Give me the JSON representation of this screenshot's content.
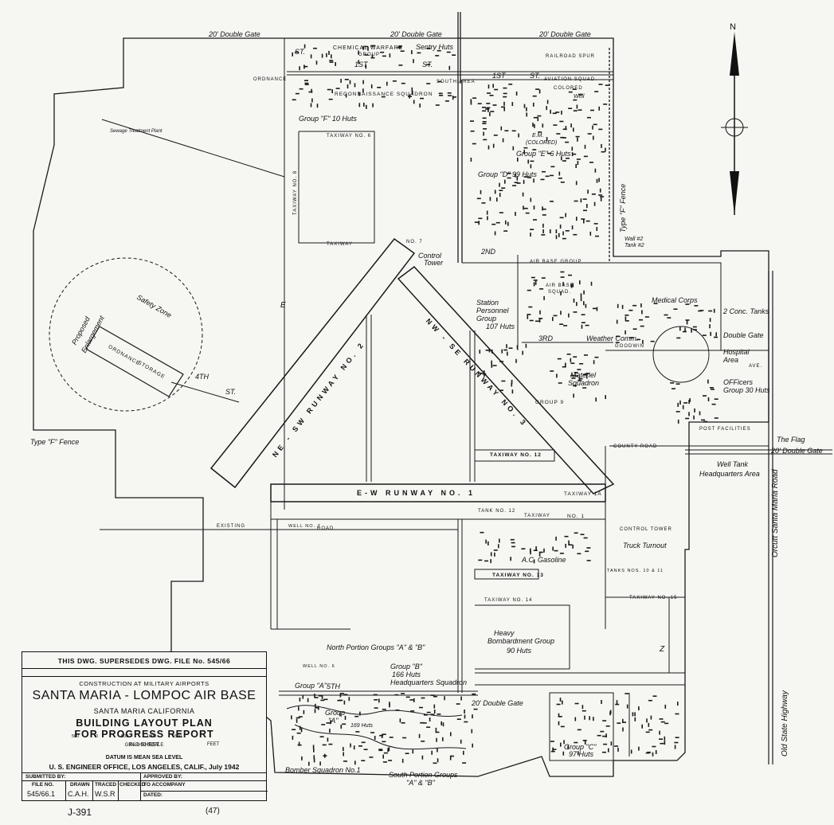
{
  "north_arrow": {
    "label": "N",
    "icon": "north-arrow-icon"
  },
  "gates": {
    "gate_nw": "20' Double Gate",
    "gate_n": "20' Double Gate",
    "gate_ne": "20' Double Gate",
    "gate_e": "20' Double Gate",
    "gate_s": "20' Double Gate"
  },
  "features": {
    "sentry_huts": "Sentry Huts",
    "railroad_spur": "RAILROAD SPUR",
    "chemical_warfare": "CHEMICAL WARFARE",
    "chemical_warfare2": "GROUP",
    "ordnance": "ORDNANCE",
    "first_st": "1ST",
    "first_st_east": "1ST",
    "st_n": "ST.",
    "st_ne": "ST.",
    "st_w": "ST.",
    "st_nw": "ST.",
    "recon_squadron": "RECONNAISSANCE SQUADRON",
    "south_area": "SOUTH AREA",
    "aviation_squad": "AVIATION SQUAD.",
    "colored": "COLORED",
    "well_no3": "Well",
    "sewage_plant": "Sewage Treatment Plant",
    "group_f": "Group \"F\"   10 Huts",
    "em_colored": "E.M.",
    "em_colored2": "(COLORED)",
    "group_e": "Group \"E\"  6 Huts",
    "group_d": "Group \"D\"  99 Huts",
    "fence_type_f_ne": "Type \"F\" Fence",
    "wall2": "Wall #2",
    "tank2": "Tank #2",
    "taxiway_no8": "TAXIWAY NO. 8",
    "taxiway_no6": "TAXIWAY NO. 6",
    "taxiway_no7": "NO. 7",
    "taxiway": "TAXIWAY",
    "second_st": "2ND",
    "control_tower_n": "Control",
    "control_tower_n2": "Tower",
    "air_base_group": "AIR BASE GROUP",
    "air_base_squad": "AIR BASE",
    "air_base_squad2": "SQUAD.",
    "station_personnel": "Station",
    "station_personnel2": "Personnel",
    "station_personnel3": "Group",
    "station_personnel4": "107 Huts",
    "medical_corps": "Medical Corps",
    "conc_tanks": "2 Conc. Tanks",
    "double_gate": "Double Gate",
    "hospital": "Hospital",
    "hospital2": "Area",
    "officers": "OFFicers",
    "officers2": "Group 30 Huts",
    "weather_comm": "Weather Comm.",
    "third_st": "3RD",
    "goodwin": "GOODWIN",
    "ave": "AVE.",
    "safety_zone": "Safety Zone",
    "proposed_enlargement": "Proposed",
    "proposed_enlargement2": "Enlargement",
    "ordnance_storage": "ORDNANCE",
    "ordnance_storage2": "STORAGE",
    "fourth_st": "4TH",
    "materiel_squadron": "Materiel",
    "materiel_squadron2": "Squadron",
    "group_9": "GROUP 9",
    "runway2": "NE - SW   RUNWAY  NO. 2",
    "runway3": "NW - SE   RUNWAY  NO. 3",
    "runway1": "E-W     RUNWAY  NO. 1",
    "taxiway_1a": "TAXIWAY 1A",
    "taxiway_no1": "NO. 1",
    "taxiway_no12": "TAXIWAY       NO. 12",
    "county_road": "COUNTY ROAD",
    "post_facilities": "POST FACILITIES",
    "the_flag": "The Flag",
    "well_tank": "Well Tank",
    "hq_area": "Headquarters Area",
    "type_f_fence_w": "Type \"F\" Fence",
    "existing": "EXISTING",
    "road": "ROAD",
    "well_no7": "WELL NO. 7",
    "tank_no12": "TANK NO. 12",
    "taxiway_s": "TAXIWAY",
    "control_tower_s": "CONTROL TOWER",
    "truck_turnout": "Truck Turnout",
    "ac_gasoline": "A.C. Gasoline",
    "tanks_10_11": "TANKS NOS. 10 & 11",
    "taxiway_no13": "TAXIWAY      NO. 13",
    "taxiway_no14": "TAXIWAY                NO. 14",
    "taxiway_no15": "TAXIWAY      NO. 15",
    "heavy_bomb": "Heavy",
    "heavy_bomb2": "Bombardment Group",
    "heavy_bomb3": "90 Huts",
    "north_groups": "North Portion Groups \"A\" & \"B\"",
    "well_no6": "WELL NO. 6",
    "group_b": "Group \"B\"",
    "group_b2": "166 Huts",
    "hq_squadron": "Headquarters Squadron",
    "group_a": "Group \"A\"",
    "fifth_st": "5TH",
    "group_a_label": "Group",
    "group_a_label2": "\"A\"",
    "group_a_huts": "169 Huts",
    "group_c": "Group \"C\"",
    "group_c2": "97 Huts",
    "bomber_squadron": "Bomber Squadron No.1",
    "south_groups": "South Portion Groups",
    "south_groups2": "\"A\" & \"B\"",
    "orcutt_road": "Orcutt Santa Maria Road",
    "old_state_hwy": "Old State Highway",
    "zone_e": "E",
    "zone_z": "Z"
  },
  "title_block": {
    "supersedes": "THIS DWG. SUPERSEDES DWG. FILE No. 545/66",
    "construction": "CONSTRUCTION AT MILITARY AIRPORTS",
    "base_name": "SANTA MARIA - LOMPOC AIR BASE",
    "city": "SANTA MARIA  CALIFORNIA",
    "plan": "BUILDING LAYOUT PLAN",
    "report": "FOR PROGRESS REPORT",
    "scale_label": "GRAPHIC SCALE",
    "scale_ticks": [
      "500",
      "0",
      "500",
      "1000",
      "1500"
    ],
    "scale_unit": "FEET",
    "sheet": "IN 1 SHEET",
    "datum": "DATUM IS MEAN SEA LEVEL",
    "office": "U. S. ENGINEER OFFICE, LOS ANGELES, CALIF.,  July  1942",
    "submitted": "SUBMITTED BY:",
    "approved": "APPROVED BY:",
    "file_no_label": "FILE NO.",
    "file_no": "545/66.1",
    "drawn_label": "DRAWN",
    "drawn": "C.A.H.",
    "traced_label": "TRACED",
    "traced": "W.S.R",
    "checked_label": "CHECKED",
    "accompany": "TO ACCOMPANY",
    "dated": "DATED:"
  },
  "stamp": "J-391",
  "stamp2": "(47)"
}
